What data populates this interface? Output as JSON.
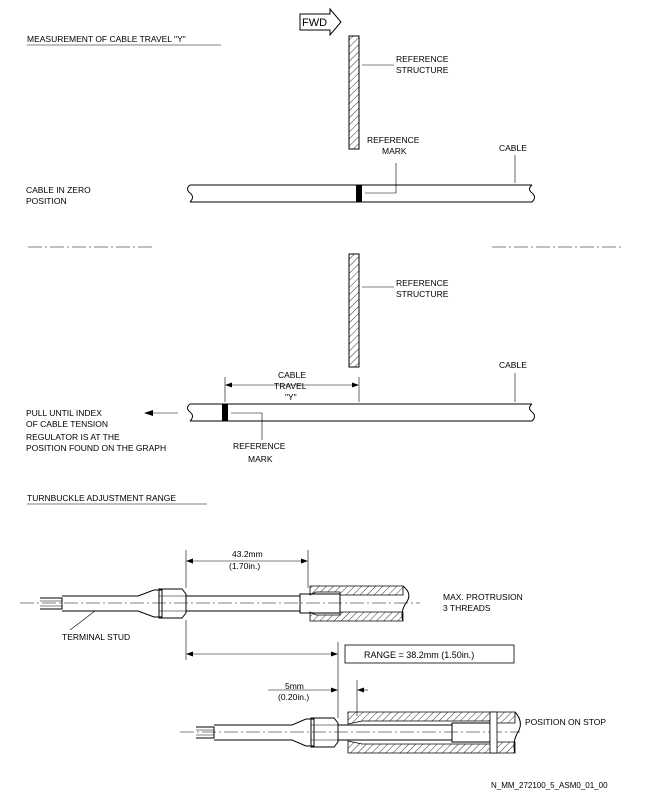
{
  "colors": {
    "ink": "#000000",
    "paper": "#ffffff"
  },
  "fwd_label": "FWD",
  "section1": {
    "title": "MEASUREMENT OF CABLE TRAVEL \"Y\"",
    "top": {
      "reference_structure": [
        "REFERENCE",
        "STRUCTURE"
      ],
      "reference_mark": [
        "REFERENCE",
        "MARK"
      ],
      "cable": "CABLE",
      "zero_position": [
        "CABLE IN ZERO",
        "POSITION"
      ]
    },
    "bottom": {
      "reference_structure": [
        "REFERENCE",
        "STRUCTURE"
      ],
      "cable": "CABLE",
      "cable_travel": [
        "CABLE",
        "TRAVEL",
        "\"Y\""
      ],
      "pull_note": [
        "PULL UNTIL INDEX",
        "OF CABLE TENSION",
        "REGULATOR IS AT THE",
        "POSITION FOUND ON THE GRAPH"
      ],
      "reference_mark": [
        "REFERENCE",
        "MARK"
      ]
    }
  },
  "section2": {
    "title": "TURNBUCKLE ADJUSTMENT RANGE",
    "dim_top": [
      "43.2mm",
      "(1.70in.)"
    ],
    "max_protrusion": [
      "MAX. PROTRUSION",
      "3 THREADS"
    ],
    "terminal_stud": "TERMINAL STUD",
    "range": "RANGE = 38.2mm (1.50in.)",
    "dim_small": [
      "5mm",
      "(0.20in.)"
    ],
    "position_on_stop": "POSITION ON STOP"
  },
  "figure_id": "N_MM_272100_5_ASM0_01_00"
}
